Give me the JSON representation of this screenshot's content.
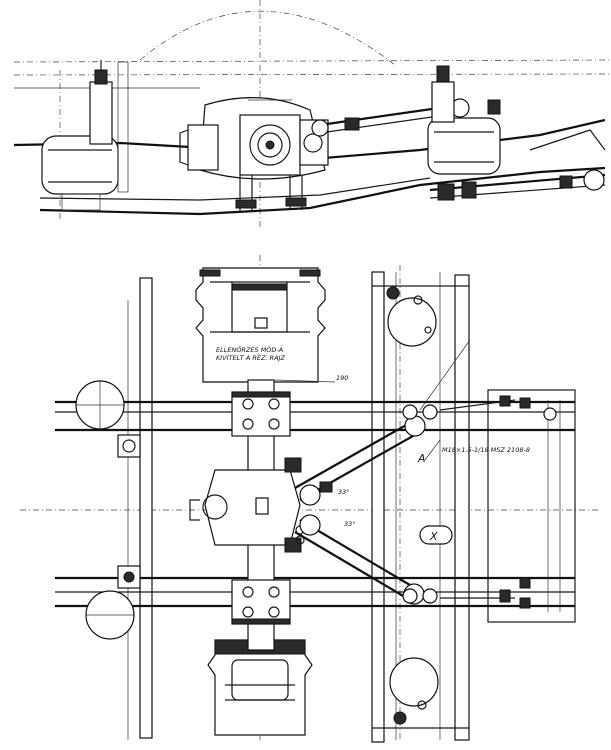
{
  "side_view": {
    "labels": {}
  },
  "plan_view": {
    "note_top": "ELLENŐRZÉS MÓD-A",
    "note_bottom": "KIVITELT A RÉZ. RAJZ",
    "spec": "M18×1.5-1/18  MSZ  2108-8",
    "callout_a": "A",
    "callout_x": "X",
    "angle_1": "33°",
    "angle_2": "33°",
    "dim_190": "190"
  }
}
